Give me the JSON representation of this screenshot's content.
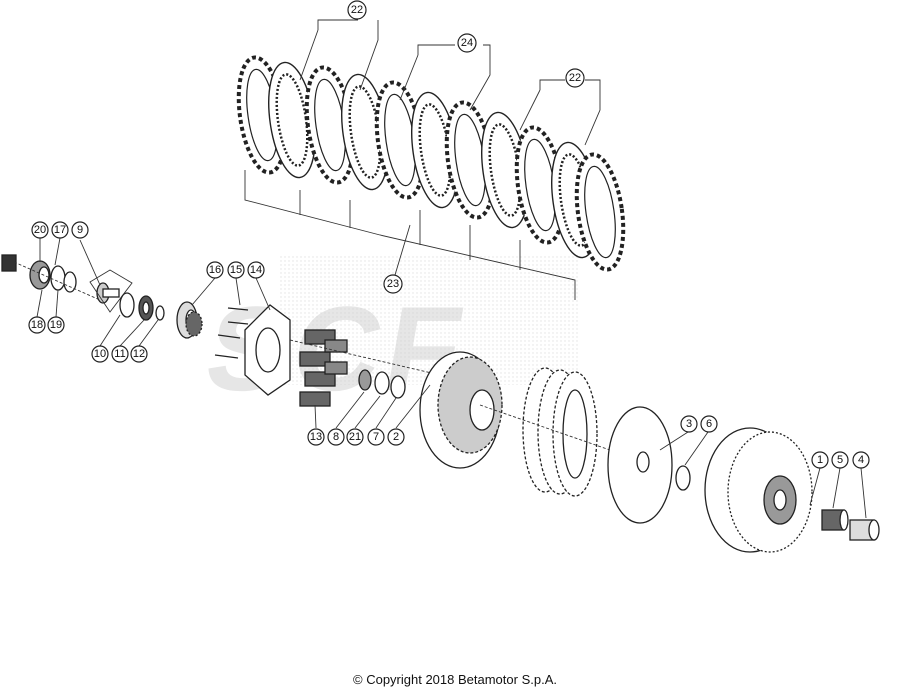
{
  "copyright": "© Copyright 2018 Betamotor S.p.A.",
  "watermark": "SCF",
  "callouts": {
    "c22a": "22",
    "c24": "24",
    "c22b": "22",
    "c23": "23",
    "c20": "20",
    "c17": "17",
    "c9": "9",
    "c18": "18",
    "c19": "19",
    "c10": "10",
    "c11": "11",
    "c12": "12",
    "c16": "16",
    "c15": "15",
    "c14": "14",
    "c13": "13",
    "c8": "8",
    "c21": "21",
    "c7": "7",
    "c2": "2",
    "c3": "3",
    "c6": "6",
    "c1": "1",
    "c5": "5",
    "c4": "4"
  }
}
